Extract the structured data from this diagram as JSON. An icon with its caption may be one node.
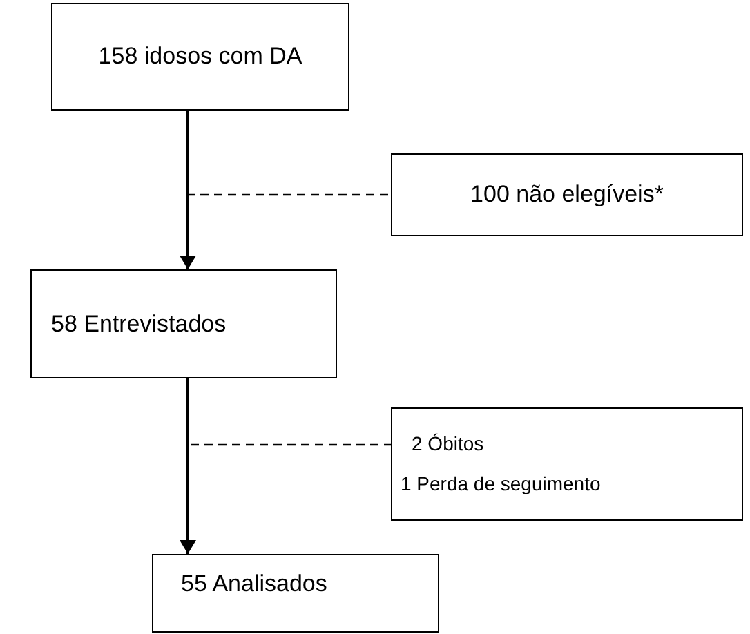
{
  "diagram": {
    "nodes": [
      {
        "text": [
          "158 idosos com DA"
        ]
      },
      {
        "text": [
          "100 não elegíveis*"
        ]
      },
      {
        "text": [
          "58 Entrevistados"
        ]
      },
      {
        "text": [
          "2 Óbitos",
          "1 Perda de seguimento"
        ]
      },
      {
        "text": [
          "55 Analisados"
        ]
      }
    ],
    "edges": [
      {
        "from": 0,
        "to": 2,
        "arrow": "to"
      },
      {
        "from": 0,
        "to": 1,
        "arrow": "none",
        "style": "dashed"
      },
      {
        "from": 2,
        "to": 4,
        "arrow": "to"
      },
      {
        "from": 2,
        "to": 3,
        "arrow": "none",
        "style": "dashed"
      }
    ]
  }
}
